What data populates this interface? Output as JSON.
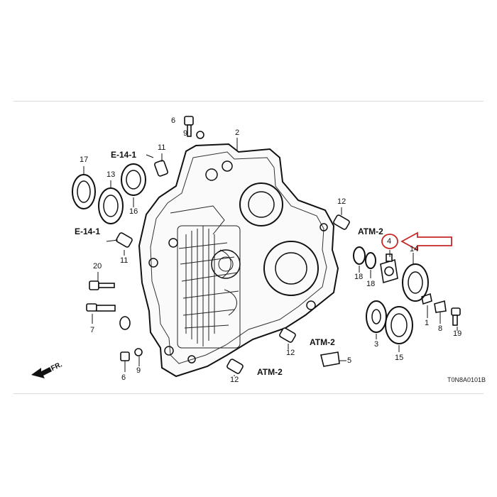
{
  "diagram": {
    "part_numbers": {
      "n1": "1",
      "n2": "2",
      "n3": "3",
      "n4": "4",
      "n5": "5",
      "n6a": "6",
      "n6b": "6",
      "n7": "7",
      "n8": "8",
      "n9a": "9",
      "n9b": "9",
      "n11a": "11",
      "n11b": "11",
      "n12a": "12",
      "n12b": "12",
      "n12c": "12",
      "n13": "13",
      "n14": "14",
      "n15": "15",
      "n16": "16",
      "n17": "17",
      "n18a": "18",
      "n18b": "18",
      "n19": "19",
      "n20": "20"
    },
    "refs": {
      "e14_top": "E-14-1",
      "e14_mid": "E-14-1",
      "atm_a": "ATM-2",
      "atm_b": "ATM-2",
      "atm_c": "ATM-2"
    },
    "front_label": "FR.",
    "diagram_code": "T0N8A0101B",
    "highlight_color": "#c62828"
  }
}
